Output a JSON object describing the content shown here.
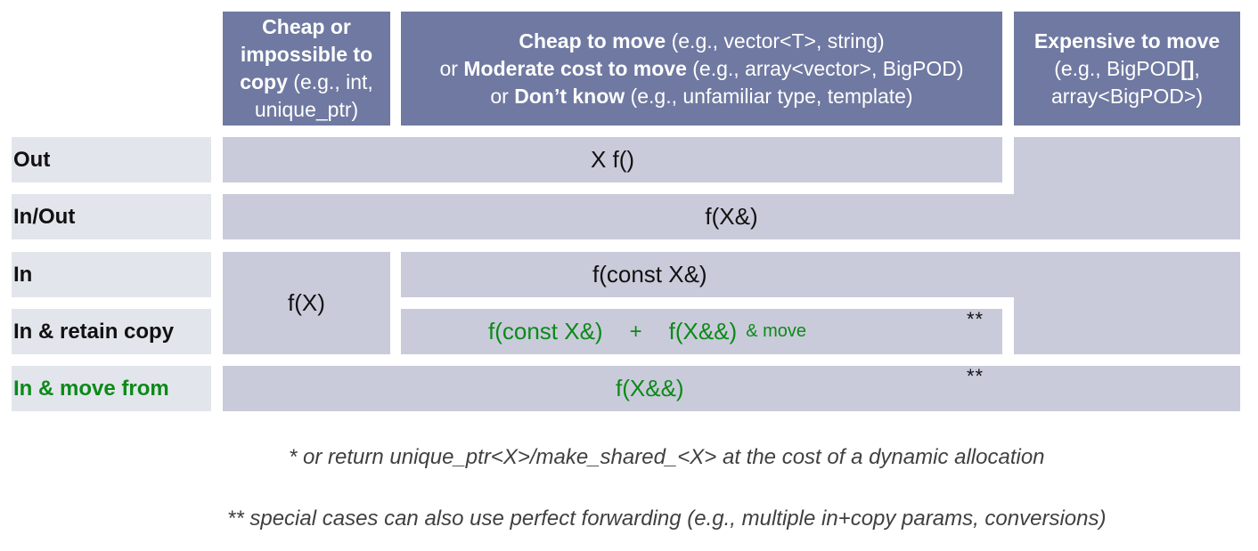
{
  "headers": {
    "col1": {
      "line1": "Cheap or",
      "line2": "impossible to",
      "line3_bold": "copy",
      "line3_rest": " (e.g., int,",
      "line4": "unique_ptr)"
    },
    "col2": {
      "l1_bold": "Cheap to move",
      "l1_rest": " (e.g., vector<T>, string)",
      "l2_pre": "or ",
      "l2_bold": "Moderate cost to move",
      "l2_rest": " (e.g., array<vector>, BigPOD)",
      "l3_pre": "or ",
      "l3_bold": "Don’t know",
      "l3_rest": " (e.g., unfamiliar type, template)"
    },
    "col3": {
      "line1": "Expensive to move",
      "line2_pre": "(e.g., BigPOD",
      "line2_bold": "[]",
      "line2_rest": ",",
      "line3": "array<BigPOD>)"
    }
  },
  "rows": {
    "out": "Out",
    "inout": "In/Out",
    "in": "In",
    "in_retain": "In & retain copy",
    "in_move": "In & move from"
  },
  "cells": {
    "out": "X f()",
    "inout": "f(X&)",
    "in_cheap": "f(X)",
    "in_const": "f(const X&)",
    "retain_const": "f(const X&)",
    "retain_plus": "+",
    "retain_rvalue": "f(X&&)",
    "retain_move": "& move",
    "move_from": "f(X&&)",
    "stars_retain": "**",
    "stars_move": "**"
  },
  "notes": {
    "note1": "* or return unique_ptr<X>/make_shared_<X> at the cost of a dynamic allocation",
    "note2": "** special cases can also use perfect forwarding (e.g., multiple in+copy params, conversions)"
  },
  "colors": {
    "header_bg": "#6f79a1",
    "label_bg": "#e3e5ec",
    "cell_bg": "#c9cbda",
    "accent_green": "#0b8a18"
  }
}
